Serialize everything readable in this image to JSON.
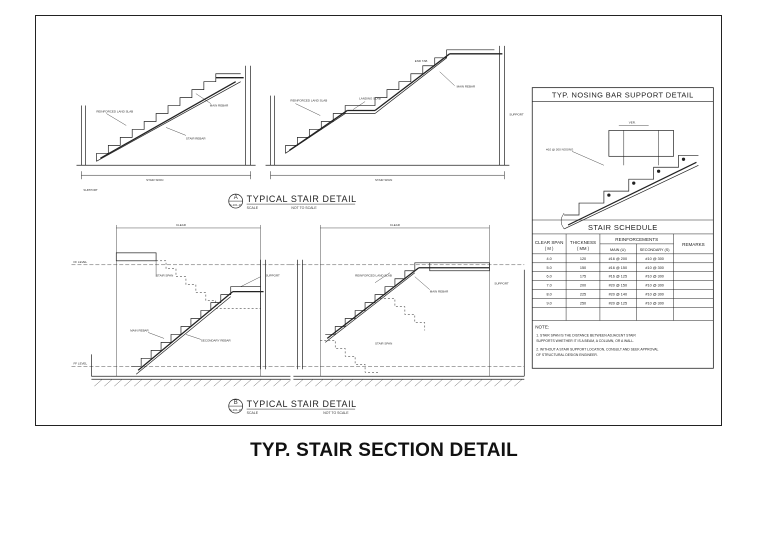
{
  "detail_a": {
    "marker": "A",
    "ref": "S-101-11",
    "title": "TYPICAL STAIR DETAIL",
    "scale_label": "SCALE",
    "scale_value": "NOT TO SCALE"
  },
  "detail_b": {
    "marker": "B",
    "ref": "S-101-11",
    "title": "TYPICAL STAIR DETAIL",
    "scale_label": "SCALE",
    "scale_value": "NOT TO SCALE"
  },
  "nosing": {
    "title": "TYP. NOSING BAR SUPPORT DETAIL"
  },
  "schedule": {
    "title": "STAIR SCHEDULE",
    "headers": {
      "clear_span": "CLEAR SPAN",
      "clear_span_unit": "( M )",
      "thickness": "THICKNESS",
      "thickness_unit": "( MM )",
      "reinforcements": "REINFORCEMENTS",
      "main": "MAIN (U)",
      "secondary": "SECONDARY (S)",
      "remarks": "REMARKS"
    },
    "rows": [
      [
        "4.0",
        "120",
        "#16 @ 200",
        "#10 @ 300",
        ""
      ],
      [
        "5.0",
        "150",
        "#16 @ 150",
        "#10 @ 300",
        ""
      ],
      [
        "6.0",
        "175",
        "#16 @ 125",
        "#10 @ 300",
        ""
      ],
      [
        "7.0",
        "200",
        "#20 @ 150",
        "#10 @ 300",
        ""
      ],
      [
        "8.0",
        "225",
        "#20 @ 140",
        "#10 @ 300",
        ""
      ],
      [
        "9.0",
        "250",
        "#20 @ 125",
        "#10 @ 300",
        ""
      ]
    ],
    "note_label": "NOTE:",
    "notes": [
      "1.  STAIR SPAN IS THE DISTANCE BETWEEN ADJACENT STAIR",
      "     SUPPORTS WHETHER IT IS A BEAM, A COLUMN, OR A WALL.",
      "2.  WITHOUT A STAIR SUPPORT LOCATION, CONSULT AND SEEK APPROVAL",
      "     OF STRUCTURAL DESIGN ENGINEER."
    ]
  },
  "page_title": "TYP. STAIR SECTION DETAIL"
}
